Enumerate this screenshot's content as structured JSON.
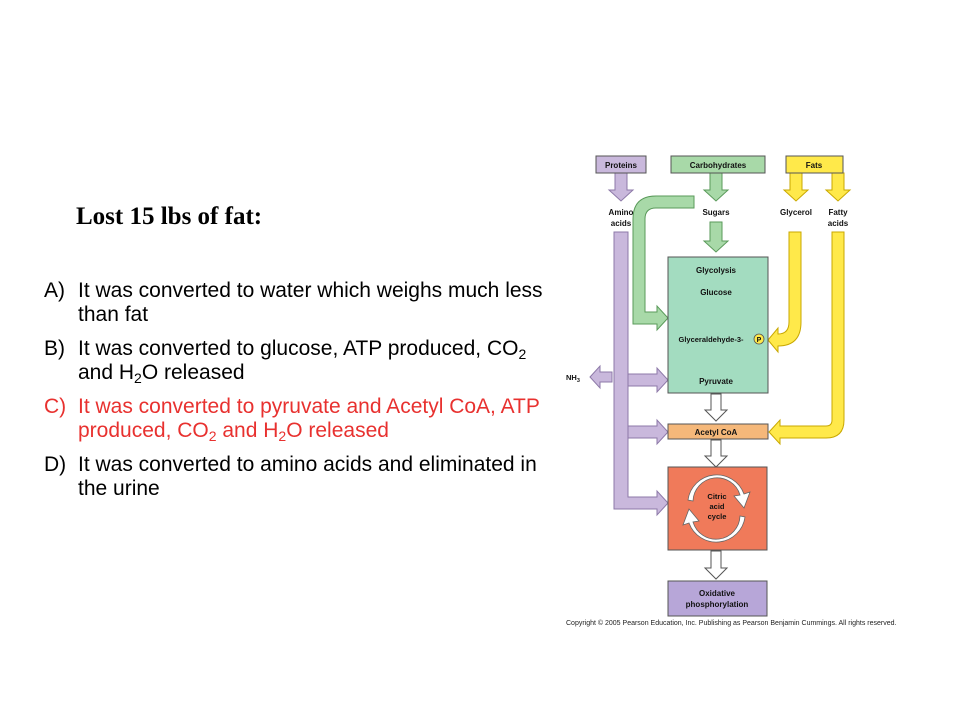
{
  "slide": {
    "title": "Lost 15 lbs of fat:",
    "options": [
      {
        "letter": "A)",
        "parts": [
          "It was converted to water which weighs much less than fat"
        ]
      },
      {
        "letter": "B)",
        "parts": [
          "It was converted to glucose, ATP produced, CO",
          "2",
          " and H",
          "2",
          "O released"
        ]
      },
      {
        "letter": "C)",
        "parts": [
          "It was converted to pyruvate and Acetyl CoA, ATP produced, CO",
          "2",
          " and H",
          "2",
          "O released"
        ],
        "highlight": true
      },
      {
        "letter": "D)",
        "parts": [
          "It was converted to amino acids and eliminated in the urine"
        ]
      }
    ],
    "highlight_color": "#e8312f"
  },
  "diagram": {
    "sources": [
      "Proteins",
      "Carbohydrates",
      "Fats"
    ],
    "products": {
      "amino": [
        "Amino",
        "acids"
      ],
      "sugars": "Sugars",
      "glycerol": "Glycerol",
      "fatty": [
        "Fatty",
        "acids"
      ],
      "nh3": [
        "NH",
        "3"
      ]
    },
    "glycolysis": {
      "title": "Glycolysis",
      "glucose": "Glucose",
      "g3p": "Glyceraldehyde-3-",
      "p": "P",
      "pyruvate": "Pyruvate"
    },
    "acetyl": "Acetyl CoA",
    "citric": [
      "Citric",
      "acid",
      "cycle"
    ],
    "oxphos": [
      "Oxidative",
      "phosphorylation"
    ],
    "copyright": "Copyright © 2005 Pearson Education, Inc. Publishing as Pearson Benjamin Cummings. All rights reserved.",
    "colors": {
      "protein": "#c9b8dc",
      "protein_edge": "#8d79a8",
      "carb": "#a8d9a8",
      "carb_edge": "#5a9a5a",
      "fat": "#ffe94a",
      "fat_edge": "#c9a800",
      "glyco": "#a3dcc0",
      "acetyl": "#f5b87a",
      "citric": "#f07a5a",
      "oxphos": "#b7a6d8",
      "nh3": "#c8ecf6"
    }
  }
}
